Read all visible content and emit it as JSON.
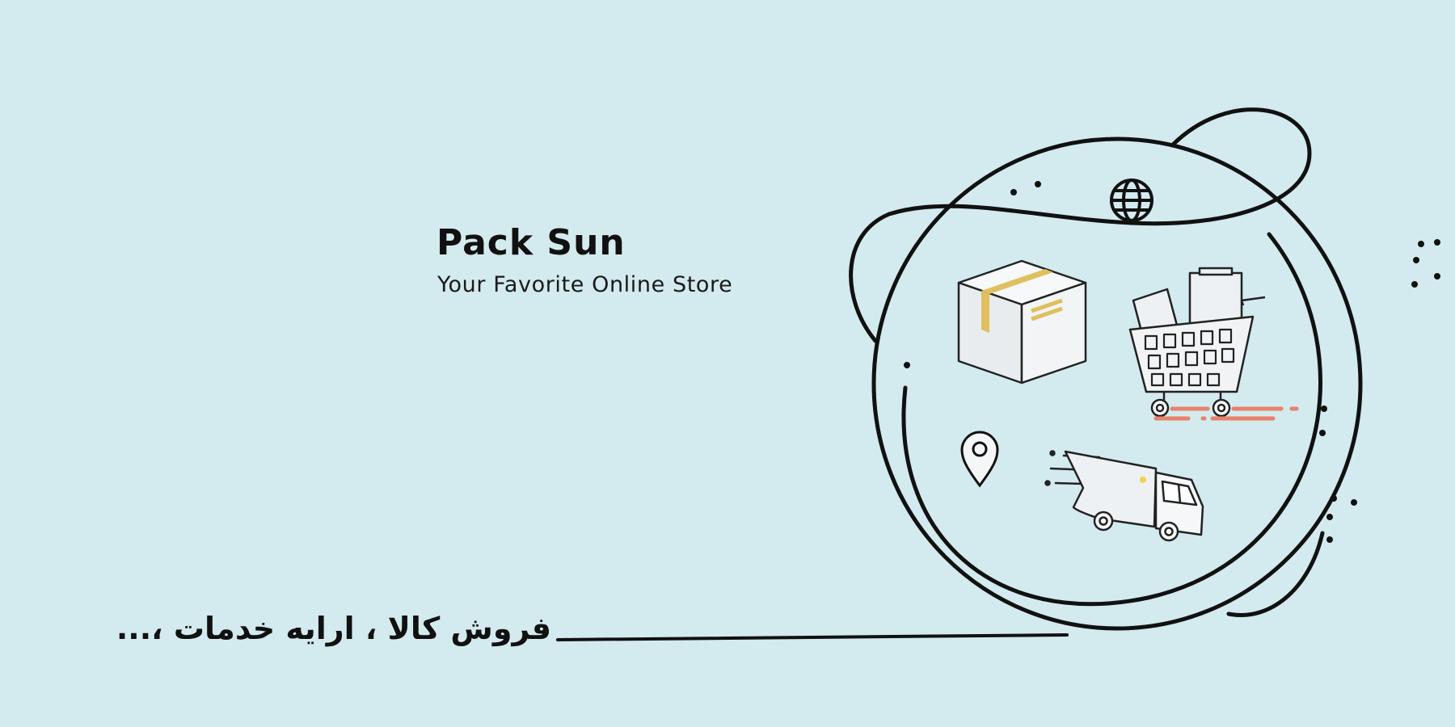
{
  "hero": {
    "title": "Pack Sun",
    "tagline": "Your Favorite Online Store",
    "services_text": "فروش کالا ، ارایه خدمات ،..."
  },
  "illustration": {
    "icons": [
      "globe-icon",
      "package-box-icon",
      "shopping-cart-icon",
      "location-pin-icon",
      "delivery-truck-icon"
    ]
  },
  "colors": {
    "background": "#d3eaee",
    "ink": "#111111",
    "box_tape": "#dfbf5f",
    "speed_lines": "#e8826b",
    "box_face": "#eef1f4"
  }
}
